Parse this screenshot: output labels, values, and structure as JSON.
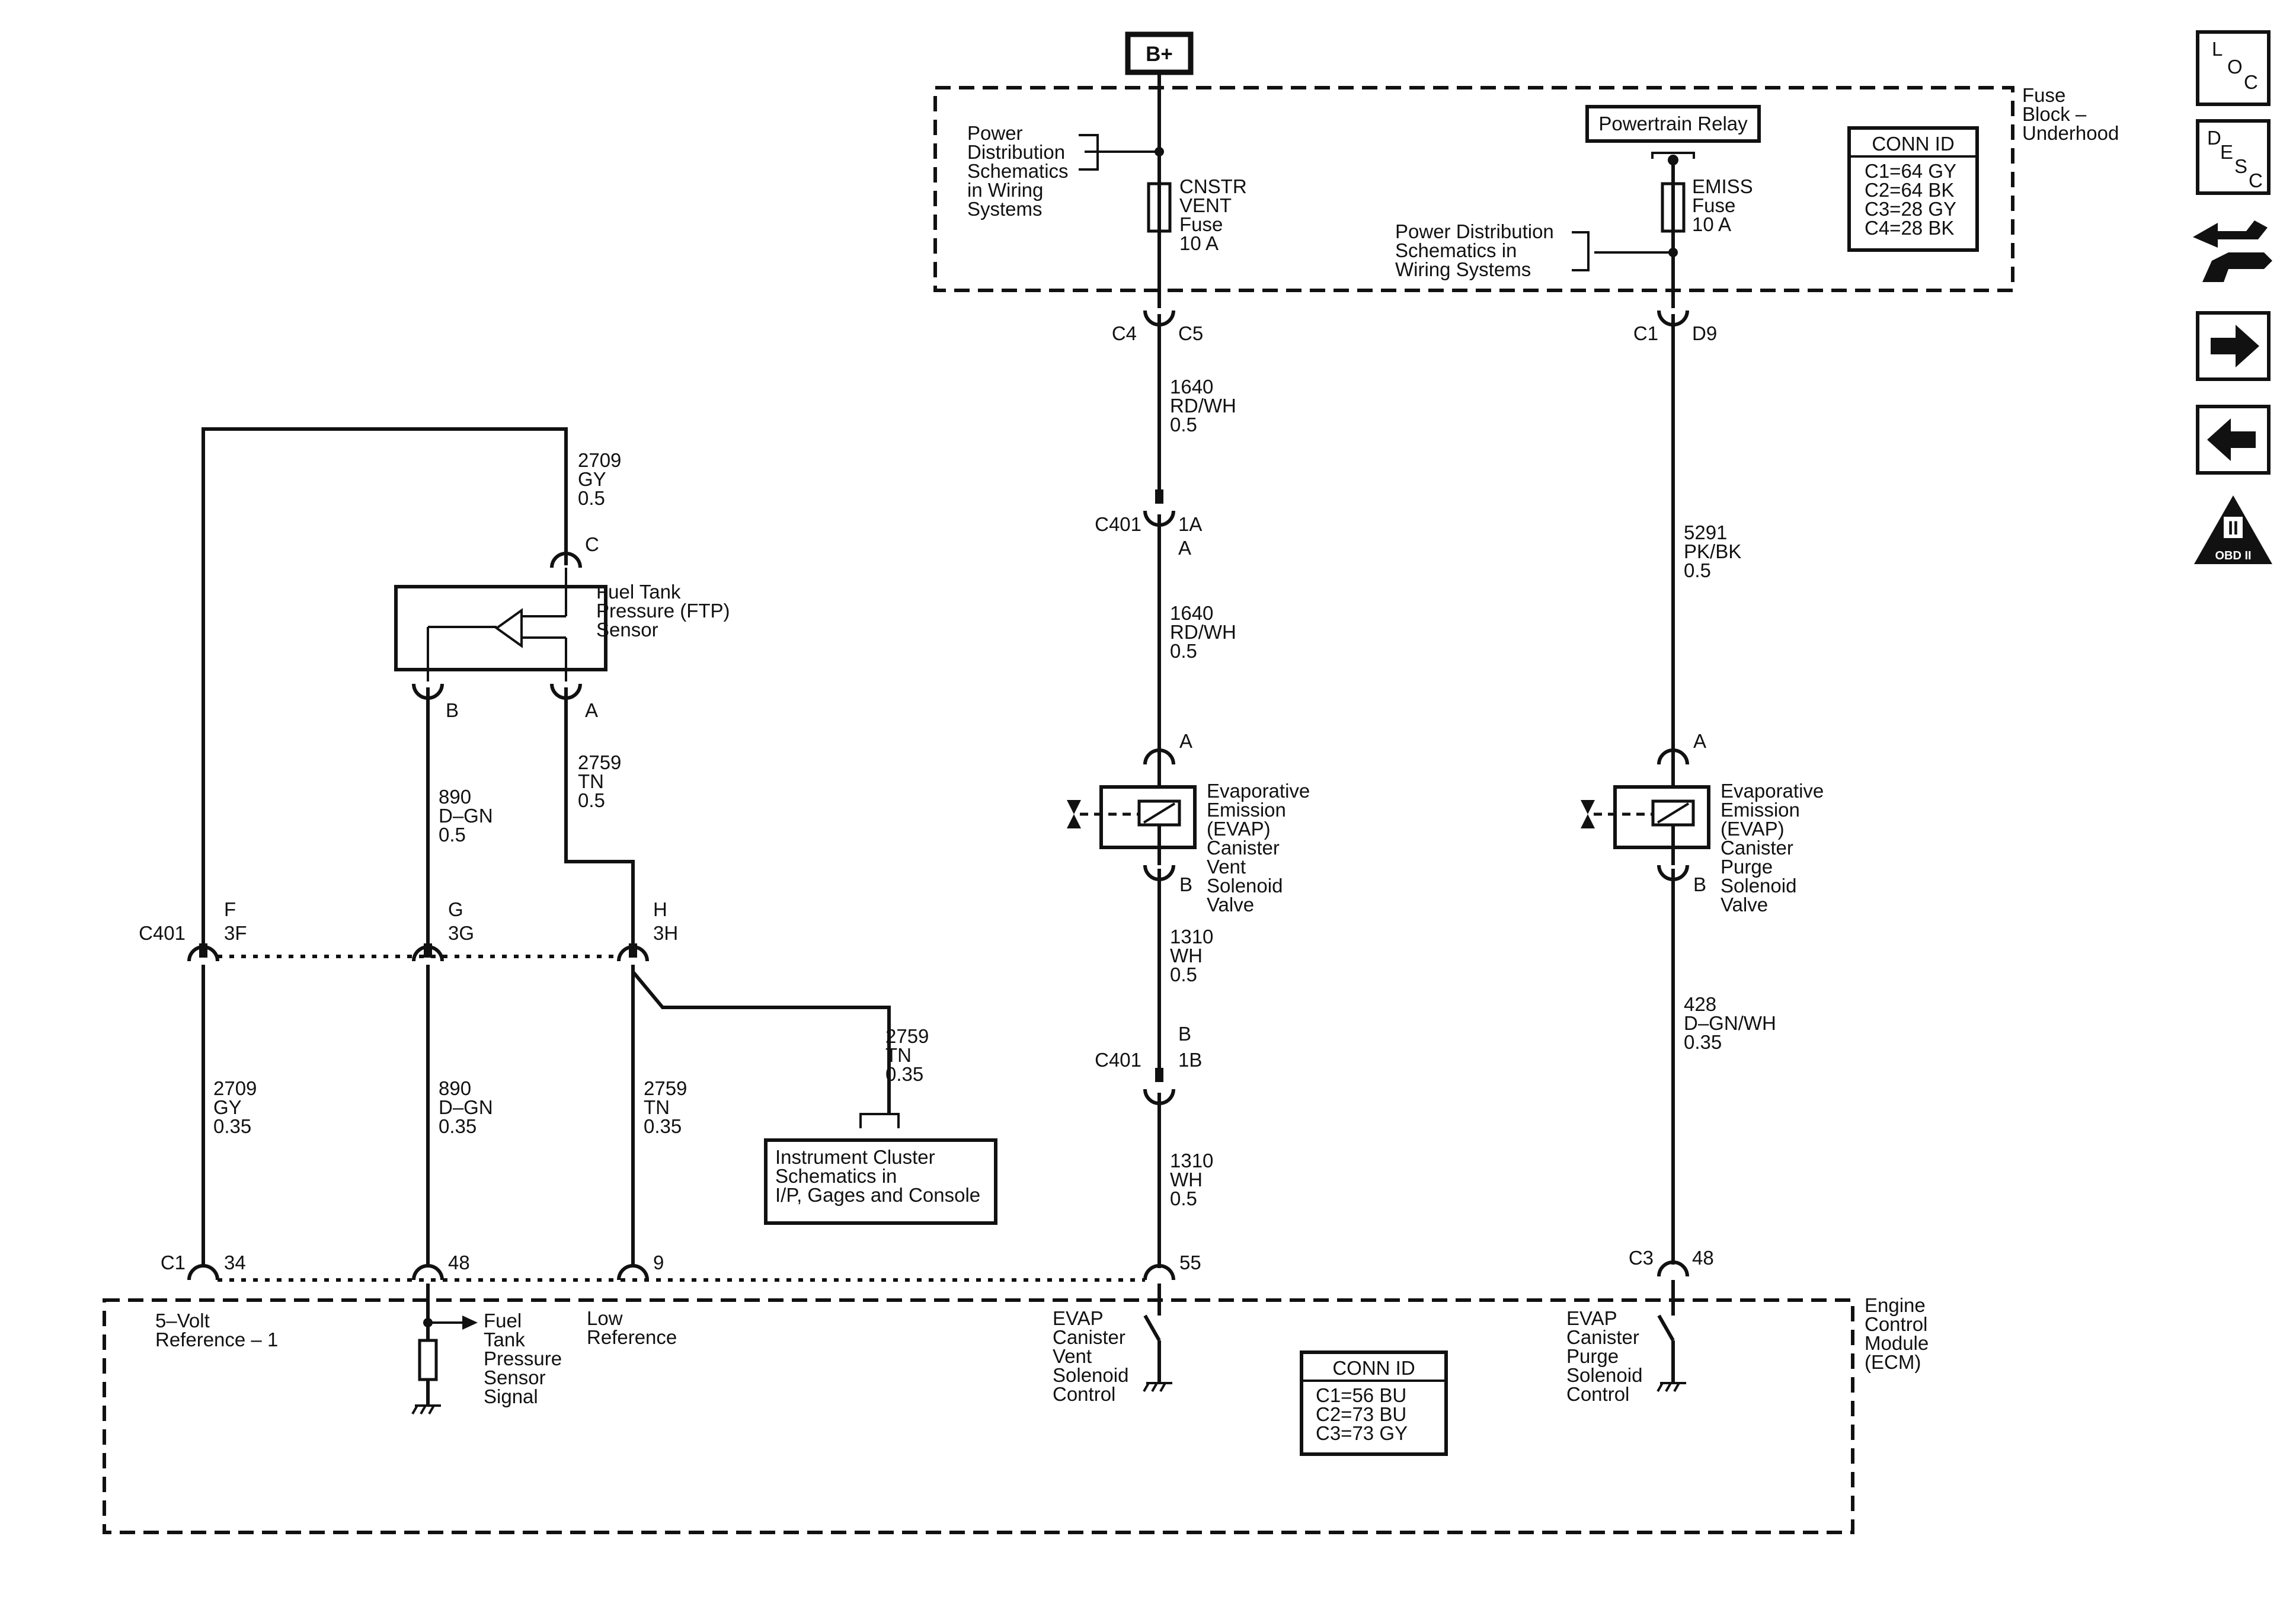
{
  "power": {
    "battery": "B+"
  },
  "fuse_block": {
    "title": [
      "Fuse",
      "Block –",
      "Underhood"
    ],
    "conn_id": {
      "header": "CONN ID",
      "lines": [
        "C1=64 GY",
        "C2=64 BK",
        "C3=28 GY",
        "C4=28 BK"
      ]
    },
    "pd_left": [
      "Power",
      "Distribution",
      "Schematics",
      "in Wiring",
      "Systems"
    ],
    "pd_right": [
      "Power Distribution",
      "Schematics in",
      "Wiring Systems"
    ],
    "powertrain_relay": "Powertrain Relay",
    "fuse_vent": [
      "CNSTR",
      "VENT",
      "Fuse",
      "10 A"
    ],
    "fuse_emiss": [
      "EMISS",
      "Fuse",
      "10 A"
    ]
  },
  "ecm": {
    "title": [
      "Engine",
      "Control",
      "Module",
      "(ECM)"
    ],
    "conn_id": {
      "header": "CONN ID",
      "lines": [
        "C1=56 BU",
        "C2=73 BU",
        "C3=73 GY"
      ]
    },
    "labels": {
      "five_volt": [
        "5–Volt",
        "Reference – 1"
      ],
      "ftp_signal": [
        "Fuel",
        "Tank",
        "Pressure",
        "Sensor",
        "Signal"
      ],
      "low_ref": [
        "Low",
        "Reference"
      ],
      "vent_ctrl": [
        "EVAP",
        "Canister",
        "Vent",
        "Solenoid",
        "Control"
      ],
      "purge_ctrl": [
        "EVAP",
        "Canister",
        "Purge",
        "Solenoid",
        "Control"
      ]
    }
  },
  "ftp_sensor": {
    "name": [
      "Fuel Tank",
      "Pressure (FTP)",
      "Sensor"
    ],
    "pin_c": "C",
    "pin_b": "B",
    "pin_a": "A"
  },
  "vent_solenoid": {
    "name": [
      "Evaporative",
      "Emission",
      "(EVAP)",
      "Canister",
      "Vent",
      "Solenoid",
      "Valve"
    ],
    "pin_a": "A",
    "pin_b": "B"
  },
  "purge_solenoid": {
    "name": [
      "Evaporative",
      "Emission",
      "(EVAP)",
      "Canister",
      "Purge",
      "Solenoid",
      "Valve"
    ],
    "pin_a": "A",
    "pin_b": "B"
  },
  "instrument_cluster": {
    "text": [
      "Instrument Cluster",
      "Schematics in",
      "I/P, Gages and Console"
    ]
  },
  "connectors": {
    "c4": "C4",
    "c5": "C5",
    "c1_top": "C1",
    "d9": "D9",
    "c401_1a": "C401",
    "pin_1a": "1A",
    "pin_1a_alt": "A",
    "c401_1b": "C401",
    "pin_1b": "1B",
    "pin_1b_alt": "B",
    "c401_mid": "C401",
    "f": "F",
    "f3": "3F",
    "g": "G",
    "g3": "3G",
    "h": "H",
    "h3": "3H",
    "c1_ecm": "C1",
    "p34": "34",
    "p48": "48",
    "p9": "9",
    "p55": "55",
    "c3_ecm": "C3",
    "p48b": "48"
  },
  "wires": {
    "w1640a": [
      "1640",
      "RD/WH",
      "0.5"
    ],
    "w1640b": [
      "1640",
      "RD/WH",
      "0.5"
    ],
    "w5291": [
      "5291",
      "PK/BK",
      "0.5"
    ],
    "w2709top": [
      "2709",
      "GY",
      "0.5"
    ],
    "w890top": [
      "890",
      "D–GN",
      "0.5"
    ],
    "w2759top": [
      "2759",
      "TN",
      "0.5"
    ],
    "w2709bot": [
      "2709",
      "GY",
      "0.35"
    ],
    "w890bot": [
      "890",
      "D–GN",
      "0.35"
    ],
    "w2759bot": [
      "2759",
      "TN",
      "0.35"
    ],
    "w2759ic": [
      "2759",
      "TN",
      "0.35"
    ],
    "w1310a": [
      "1310",
      "WH",
      "0.5"
    ],
    "w1310b": [
      "1310",
      "WH",
      "0.5"
    ],
    "w428": [
      "428",
      "D–GN/WH",
      "0.35"
    ]
  },
  "nav": {
    "loc": [
      "L",
      "O",
      "C"
    ],
    "desc": [
      "D",
      "E",
      "S",
      "C"
    ],
    "obd": [
      "II",
      "OBD II"
    ]
  }
}
